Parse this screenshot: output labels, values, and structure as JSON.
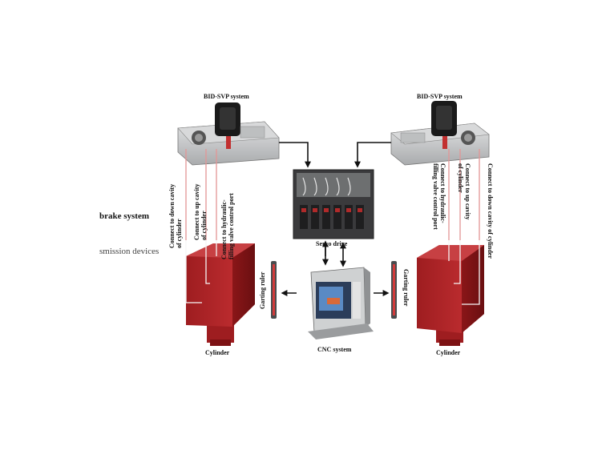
{
  "labels": {
    "bid_svp_left": "BID-SVP system",
    "bid_svp_right": "BID-SVP system",
    "servo_drive": "Servo drive",
    "cnc_system": "CNC system",
    "cylinder_left": "Cylinder",
    "cylinder_right": "Cylinder",
    "garting_ruler_left": "Garting ruler",
    "garting_ruler_right": "Garting ruler",
    "brake_system": "brake system",
    "transmission_devices": "smission devices"
  },
  "connections": {
    "left_down_cavity": [
      "Connect to down cavity",
      "of cylinder"
    ],
    "left_up_cavity": [
      "Connect to up cavity",
      "of cylinder"
    ],
    "left_valve_port": [
      "Connect to hydraulic-",
      "filling valve control port"
    ],
    "right_valve_port": [
      "Connect to hydraulic-",
      "filling valve control port"
    ],
    "right_up_cavity": [
      "Connect to up cavity",
      "of cylinder"
    ],
    "right_down_cavity": [
      "Connect to down cavity of cylinder"
    ]
  },
  "colors": {
    "cylinder_red": "#b5272a",
    "cylinder_dark": "#7d1214",
    "panel_grey": "#c9cbcc",
    "arrow": "#111111",
    "hose_white": "#f3f3f3",
    "hose_red": "#d64545"
  }
}
